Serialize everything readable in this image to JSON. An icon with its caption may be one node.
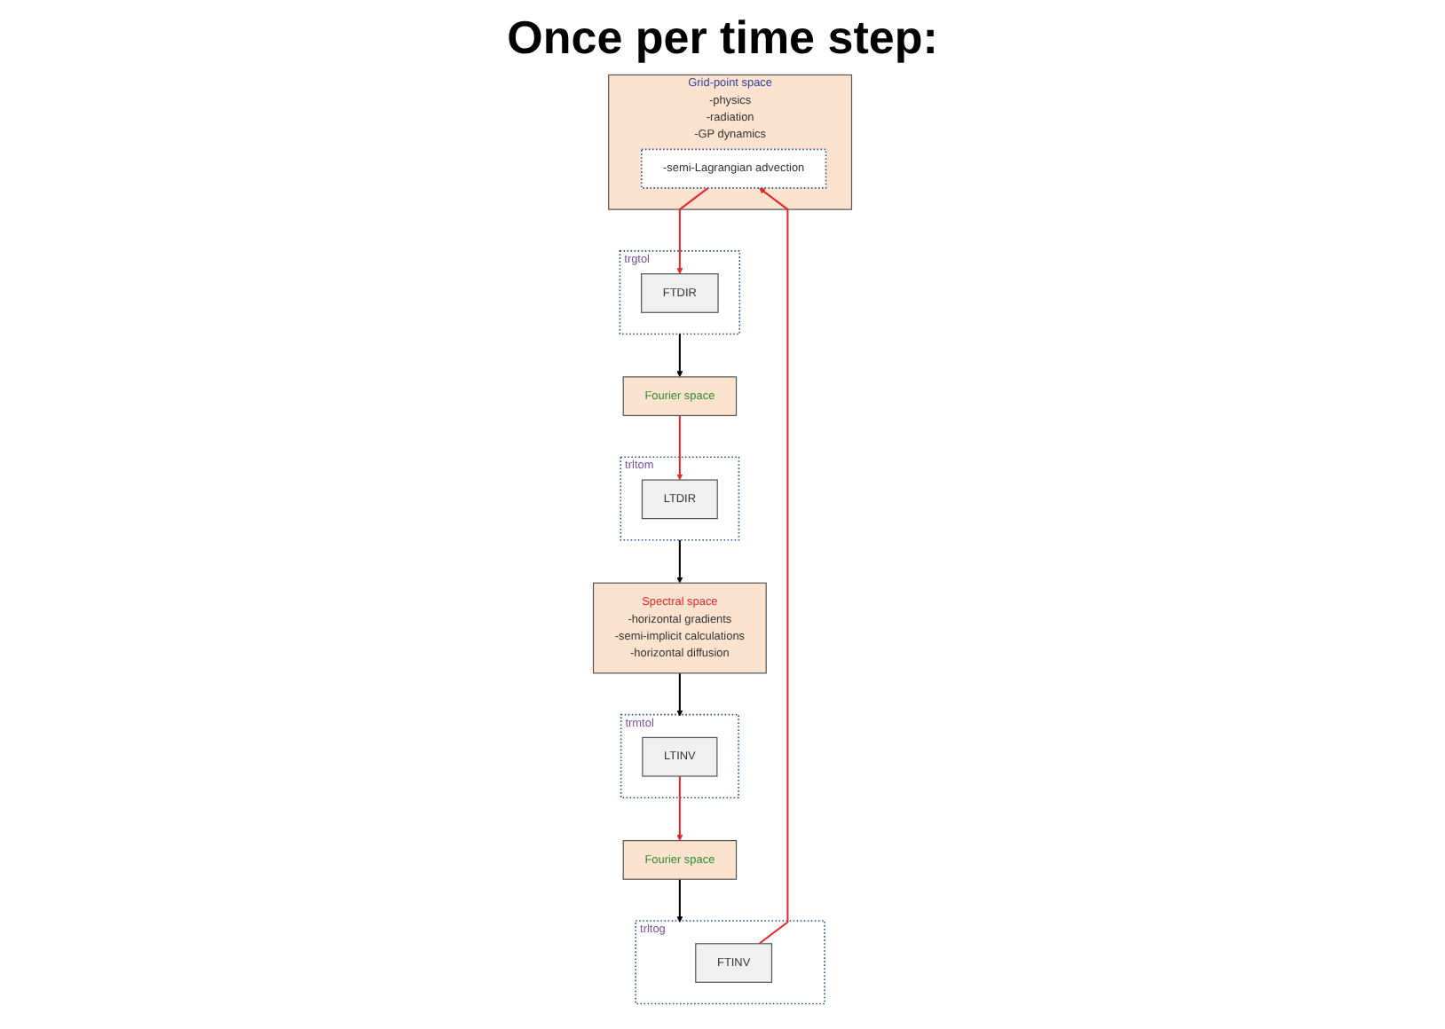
{
  "diagram": {
    "title": "Once per time step:",
    "nodes": [
      {
        "text": [
          "Grid-point space",
          "-physics",
          "-radiation",
          "-GP dynamics"
        ]
      },
      {
        "text": [
          "-semi-Lagrangian advection"
        ],
        "in": 0
      },
      {
        "text": [
          "trgtol"
        ]
      },
      {
        "text": [
          "FTDIR"
        ],
        "in": 2
      },
      {
        "text": [
          "Fourier space"
        ]
      },
      {
        "text": [
          "trltom"
        ]
      },
      {
        "text": [
          "LTDIR"
        ],
        "in": 5
      },
      {
        "text": [
          "Spectral space",
          "-horizontal gradients",
          "-semi-implicit calculations",
          "-horizontal diffusion"
        ]
      },
      {
        "text": [
          "trmtol"
        ]
      },
      {
        "text": [
          "LTINV"
        ],
        "in": 8
      },
      {
        "text": [
          "Fourier space"
        ]
      },
      {
        "text": [
          "trltog"
        ]
      },
      {
        "text": [
          "FTINV"
        ],
        "in": 11
      }
    ],
    "edges": [
      {
        "from": 1,
        "to": 3,
        "arrow": "to",
        "color": "#e8262a"
      },
      {
        "from": 2,
        "to": 4,
        "arrow": "to",
        "color": "#000000"
      },
      {
        "from": 4,
        "to": 6,
        "arrow": "to",
        "color": "#e8262a"
      },
      {
        "from": 5,
        "to": 7,
        "arrow": "to",
        "color": "#000000"
      },
      {
        "from": 7,
        "to": 8,
        "arrow": "to",
        "color": "#000000"
      },
      {
        "from": 9,
        "to": 10,
        "arrow": "to",
        "color": "#e8262a"
      },
      {
        "from": 10,
        "to": 11,
        "arrow": "to",
        "color": "#000000"
      },
      {
        "from": 12,
        "to": 1,
        "arrow": "to",
        "color": "#e8262a"
      }
    ]
  }
}
